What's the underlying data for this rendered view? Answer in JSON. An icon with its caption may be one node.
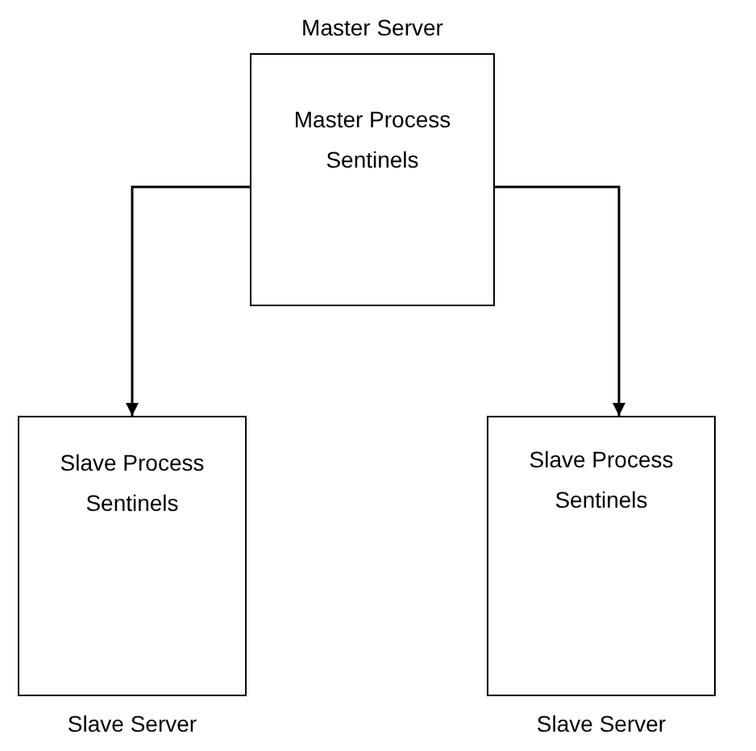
{
  "diagram": {
    "nodes": [
      {
        "text": [
          "Master Server",
          "Master Process Sentinels"
        ]
      },
      {
        "text": [
          "Slave Process Sentinels",
          "Slave Server"
        ]
      },
      {
        "text": [
          "Slave Process Sentinels",
          "Slave Server"
        ]
      }
    ],
    "edges": [
      {
        "from": 0,
        "to": 1,
        "arrow": "to"
      },
      {
        "from": 0,
        "to": 2,
        "arrow": "to"
      }
    ]
  }
}
